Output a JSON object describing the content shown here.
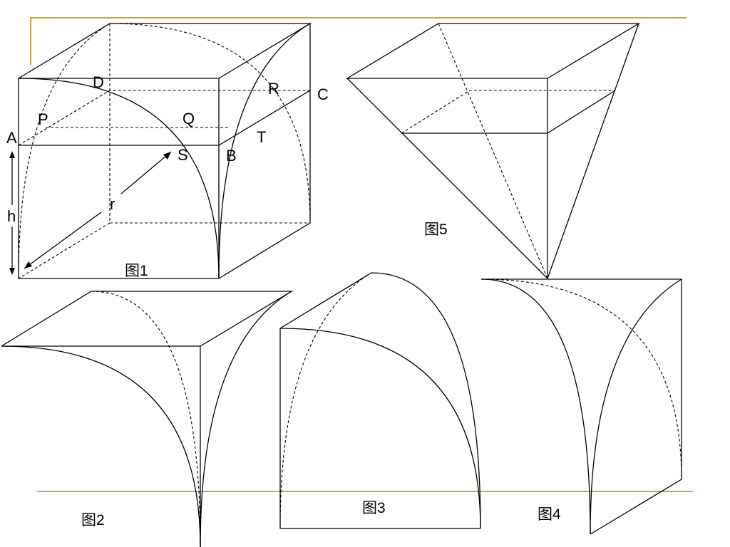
{
  "points": {
    "A": "A",
    "B": "B",
    "C": "C",
    "D": "D",
    "P": "P",
    "Q": "Q",
    "R": "R",
    "S": "S",
    "T": "T",
    "r": "r",
    "h": "h"
  },
  "captions": {
    "fig1": "图1",
    "fig2": "图2",
    "fig3": "图3",
    "fig4": "图4",
    "fig5": "图5"
  },
  "colors": {
    "accent_rule": "#e0a020",
    "line": "#000000"
  }
}
